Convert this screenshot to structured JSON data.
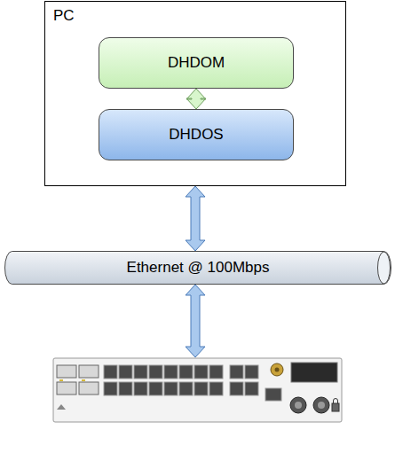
{
  "diagram": {
    "nodes": [
      {
        "text": [
          "PC"
        ]
      },
      {
        "text": [
          "DHDOM"
        ],
        "in": 0
      },
      {
        "text": [
          "DHDOS"
        ],
        "in": 0
      },
      {
        "text": [
          "Ethernet @ 100Mbps"
        ]
      }
    ],
    "edges": [
      {
        "from": 1,
        "to": 2,
        "arrow": "both"
      },
      {
        "from": 0,
        "to": 3,
        "arrow": "both"
      }
    ]
  }
}
